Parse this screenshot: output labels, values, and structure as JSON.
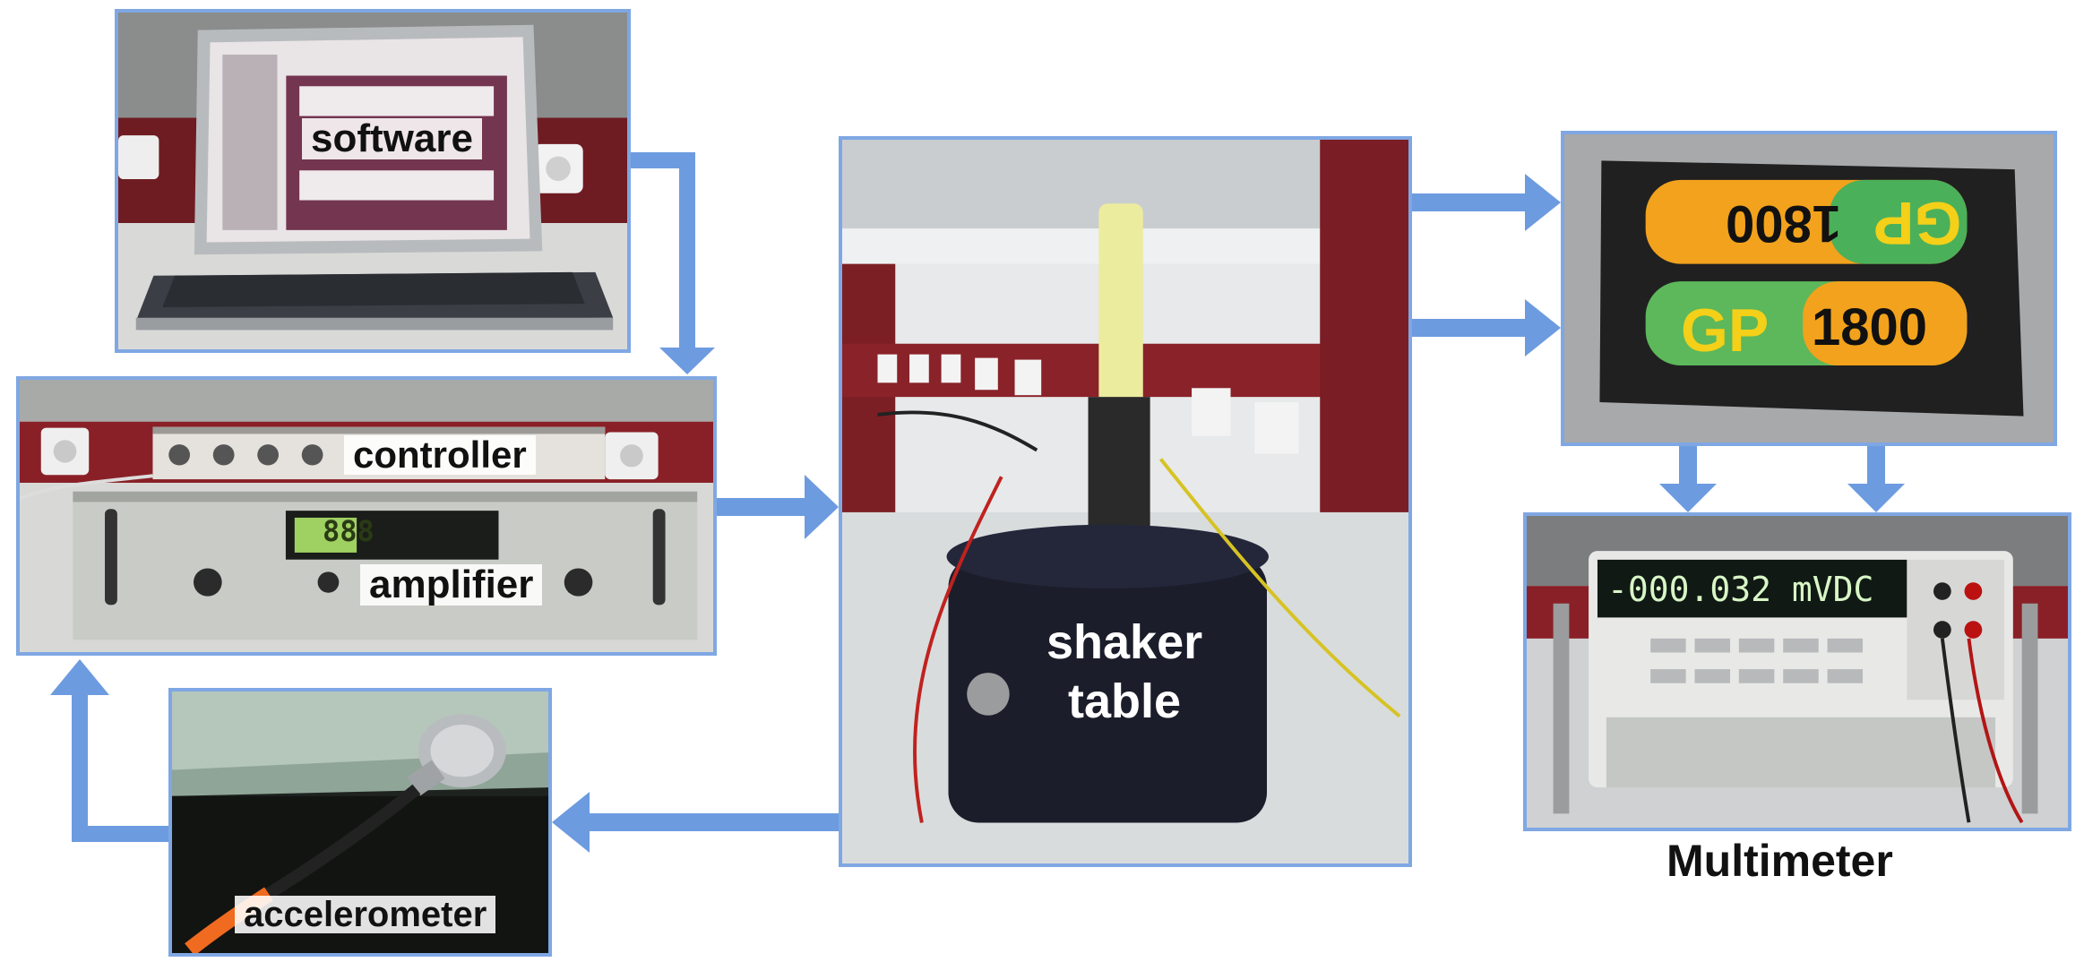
{
  "labels": {
    "software": "software",
    "controller": "controller",
    "amplifier": "amplifier",
    "accelerometer": "accelerometer",
    "shaker_line1": "shaker",
    "shaker_line2": "table",
    "multimeter": "Multimeter"
  },
  "device_text": {
    "battery_top_brand": "GP",
    "battery_top_capacity": "1800",
    "battery_bottom_brand": "GP",
    "battery_bottom_capacity": "1800",
    "multimeter_display": "-000.032 mVDC",
    "amplifier_display": "888"
  },
  "colors": {
    "frame": "#7fa7e3",
    "arrow": "#6d9be0"
  }
}
